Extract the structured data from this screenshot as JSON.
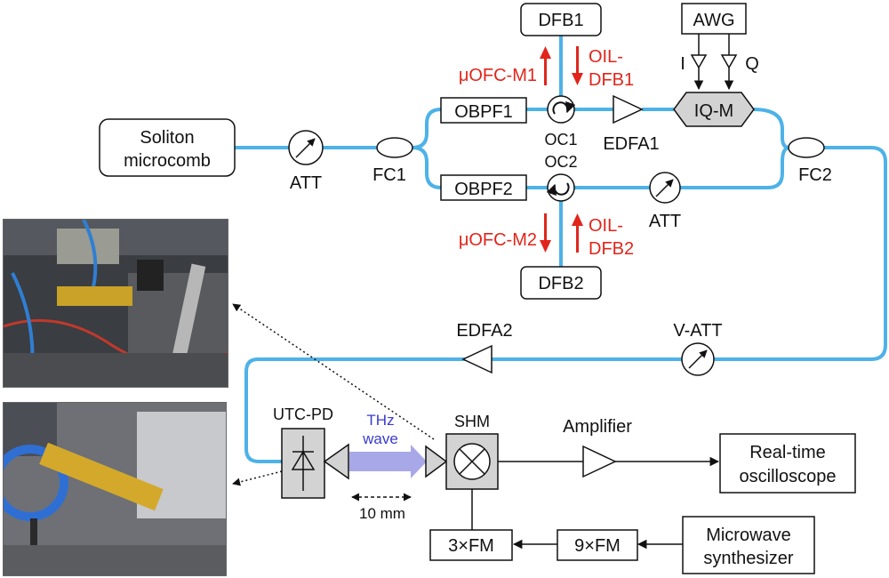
{
  "colors": {
    "fiber": "#4db2e8",
    "arrow_red": "#e1251b",
    "block_fill": "#d3d3d3",
    "thz_beam": "#9f9fe6"
  },
  "labels": {
    "soliton_1": "Soliton",
    "soliton_2": "microcomb",
    "att_1": "ATT",
    "fc1": "FC1",
    "obpf1": "OBPF1",
    "obpf2": "OBPF2",
    "oc1": "OC1",
    "oc2": "OC2",
    "dfb1": "DFB1",
    "dfb2": "DFB2",
    "uofc_m1": "μOFC-M1",
    "uofc_m2": "μOFC-M2",
    "oil_dfb1_1": "OIL-",
    "oil_dfb1_2": "DFB1",
    "oil_dfb2_1": "OIL-",
    "oil_dfb2_2": "DFB2",
    "edfa1": "EDFA1",
    "awg": "AWG",
    "i": "I",
    "q": "Q",
    "iq_m": "IQ-M",
    "att_2": "ATT",
    "fc2": "FC2",
    "edfa2": "EDFA2",
    "v_att": "V-ATT",
    "utc_pd": "UTC-PD",
    "thz_1": "THz",
    "thz_2": "wave",
    "distance": "10 mm",
    "shm": "SHM",
    "amplifier": "Amplifier",
    "oscilloscope_1": "Real-time",
    "oscilloscope_2": "oscilloscope",
    "fm3": "3×FM",
    "fm9": "9×FM",
    "synth_1": "Microwave",
    "synth_2": "synthesizer"
  }
}
